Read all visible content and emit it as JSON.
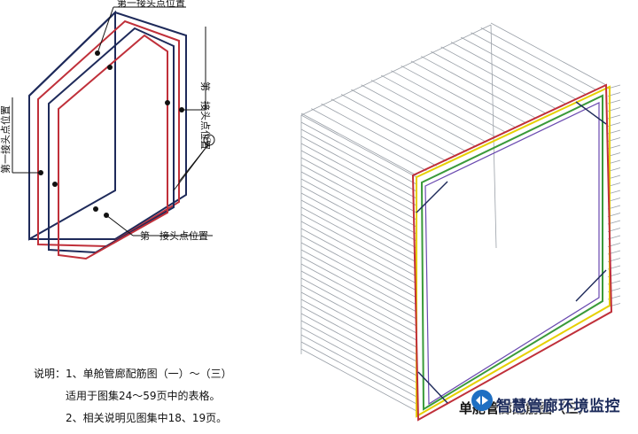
{
  "labels": {
    "top": "第一接头点位置",
    "right_vertical": "第一接头点位置",
    "left_vertical": "第一接头点位置",
    "bottom": "第一接头点位置",
    "marker": "①"
  },
  "notes": {
    "prefix": "说明：",
    "item1_num": "1、",
    "item1_line1": "单舱管廊配筋图（一）～（三）",
    "item1_line2": "适用于图集24～59页中的表格。",
    "item2": "2、相关说明见图集中18、19页。"
  },
  "figure_title": "单舱管廊配筋图（三）",
  "watermark": "智慧管廊环境监控",
  "colors": {
    "ring_red": "#c0303a",
    "ring_navy": "#1e2a5a",
    "stirrup_green": "#3a9a3a",
    "stirrup_yellow": "#e6d000"
  }
}
